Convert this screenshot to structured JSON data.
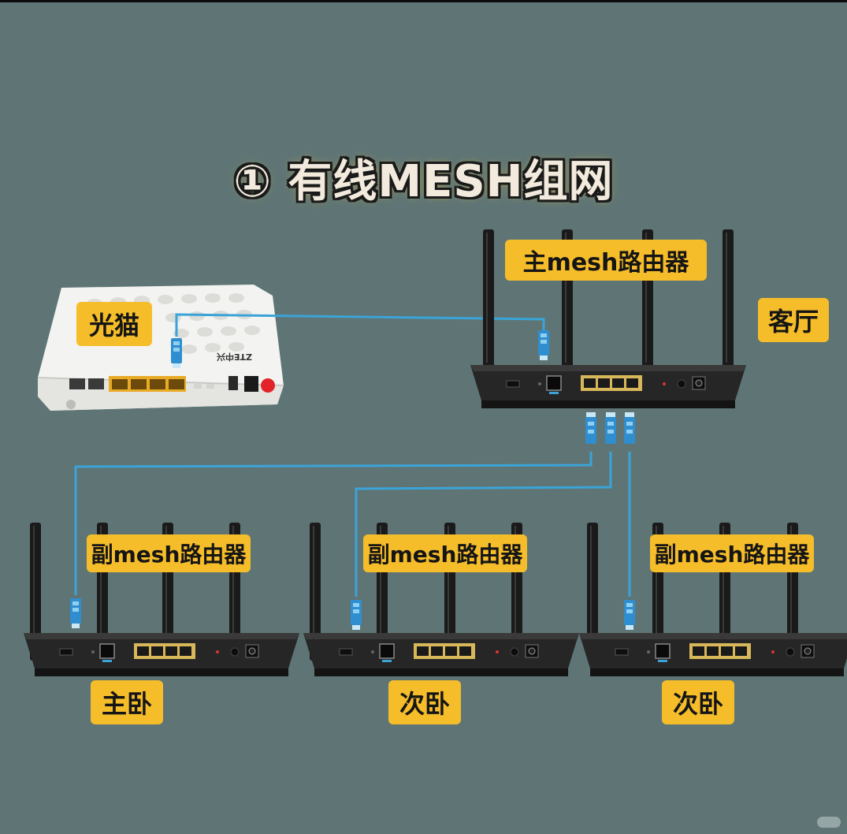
{
  "title": "① 有线MESH组网",
  "labels": {
    "onu": "光猫",
    "main_router": "主mesh路由器",
    "living_room": "客厅",
    "sub_router": "副mesh路由器",
    "master_bedroom": "主卧",
    "second_bedroom": "次卧"
  },
  "onu_brand": "ZTE中兴",
  "colors": {
    "background": "#5f7575",
    "label_bg": "#f6bd2a",
    "cable": "#3aa4d8",
    "router_body": "#1c1c1c",
    "lan_ports": "#d8b65a"
  }
}
